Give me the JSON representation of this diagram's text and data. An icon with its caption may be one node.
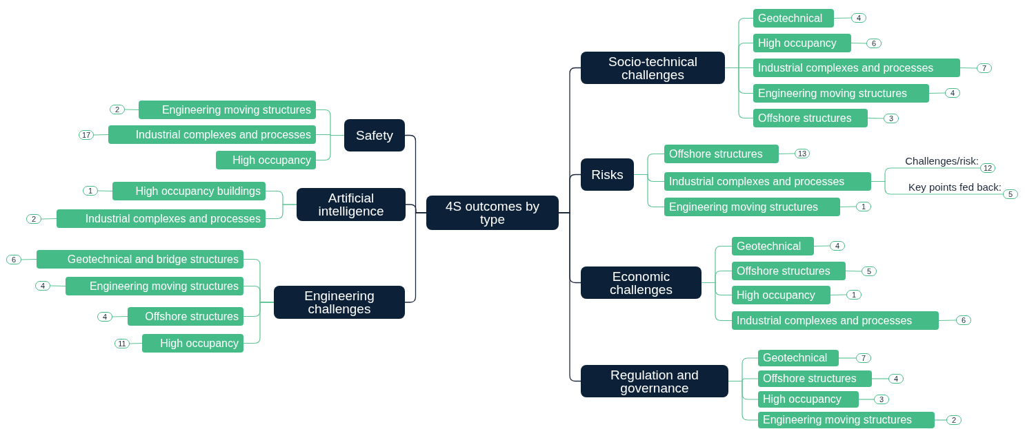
{
  "diagram": {
    "nodes": [
      {
        "text": [
          "4S outcomes by type"
        ]
      },
      {
        "text": [
          "Safety"
        ]
      },
      {
        "text": [
          "Engineering moving structures"
        ]
      },
      {
        "text": [
          "2"
        ]
      },
      {
        "text": [
          "Industrial complexes and processes"
        ]
      },
      {
        "text": [
          "17"
        ]
      },
      {
        "text": [
          "High occupancy"
        ]
      },
      {
        "text": [
          "Artificial intelligence"
        ]
      },
      {
        "text": [
          "High occupancy buildings"
        ]
      },
      {
        "text": [
          "1"
        ]
      },
      {
        "text": [
          "Industrial complexes and processes"
        ]
      },
      {
        "text": [
          "2"
        ]
      },
      {
        "text": [
          "Engineering challenges"
        ]
      },
      {
        "text": [
          "Geotechnical and bridge structures"
        ]
      },
      {
        "text": [
          "6"
        ]
      },
      {
        "text": [
          "Engineering moving structures"
        ]
      },
      {
        "text": [
          "4"
        ]
      },
      {
        "text": [
          "Offshore structures"
        ]
      },
      {
        "text": [
          "4"
        ]
      },
      {
        "text": [
          "High occupancy"
        ]
      },
      {
        "text": [
          "11"
        ]
      },
      {
        "text": [
          "Socio-technical challenges"
        ]
      },
      {
        "text": [
          "Geotechnical"
        ]
      },
      {
        "text": [
          "4"
        ]
      },
      {
        "text": [
          "High occupancy"
        ]
      },
      {
        "text": [
          "6"
        ]
      },
      {
        "text": [
          "Industrial complexes and processes"
        ]
      },
      {
        "text": [
          "7"
        ]
      },
      {
        "text": [
          "Engineering moving structures"
        ]
      },
      {
        "text": [
          "4"
        ]
      },
      {
        "text": [
          "Offshore structures"
        ]
      },
      {
        "text": [
          "3"
        ]
      },
      {
        "text": [
          "Risks"
        ]
      },
      {
        "text": [
          "Offshore structures"
        ]
      },
      {
        "text": [
          "13"
        ]
      },
      {
        "text": [
          "Industrial complexes and processes"
        ]
      },
      {
        "text": [
          "12"
        ]
      },
      {
        "text": [
          "5"
        ]
      },
      {
        "text": [
          "Engineering moving structures"
        ]
      },
      {
        "text": [
          "1"
        ]
      },
      {
        "text": [
          "Economic challenges"
        ]
      },
      {
        "text": [
          "Geotechnical"
        ]
      },
      {
        "text": [
          "4"
        ]
      },
      {
        "text": [
          "Offshore structures"
        ]
      },
      {
        "text": [
          "5"
        ]
      },
      {
        "text": [
          "High occupancy"
        ]
      },
      {
        "text": [
          "1"
        ]
      },
      {
        "text": [
          "Industrial complexes and processes"
        ]
      },
      {
        "text": [
          "6"
        ]
      },
      {
        "text": [
          "Regulation and governance"
        ]
      },
      {
        "text": [
          "Geotechnical"
        ]
      },
      {
        "text": [
          "7"
        ]
      },
      {
        "text": [
          "Offshore structures"
        ]
      },
      {
        "text": [
          "4"
        ]
      },
      {
        "text": [
          "High occupancy"
        ]
      },
      {
        "text": [
          "3"
        ]
      },
      {
        "text": [
          "Engineering moving structures"
        ]
      },
      {
        "text": [
          "2"
        ]
      }
    ],
    "edges": [
      {
        "from": 0,
        "to": 1,
        "arrow": "none",
        "color": "#1e2a3a"
      },
      {
        "from": 0,
        "to": 7,
        "arrow": "none",
        "color": "#1e2a3a"
      },
      {
        "from": 0,
        "to": 12,
        "arrow": "none",
        "color": "#1e2a3a"
      },
      {
        "from": 0,
        "to": 21,
        "arrow": "none",
        "color": "#1e2a3a"
      },
      {
        "from": 0,
        "to": 32,
        "arrow": "none",
        "color": "#1e2a3a"
      },
      {
        "from": 0,
        "to": 40,
        "arrow": "none",
        "color": "#1e2a3a"
      },
      {
        "from": 0,
        "to": 49,
        "arrow": "none",
        "color": "#1e2a3a"
      },
      {
        "from": 1,
        "to": 2,
        "arrow": "none"
      },
      {
        "from": 2,
        "to": 3,
        "arrow": "none"
      },
      {
        "from": 1,
        "to": 4,
        "arrow": "none"
      },
      {
        "from": 4,
        "to": 5,
        "arrow": "none"
      },
      {
        "from": 1,
        "to": 6,
        "arrow": "none"
      },
      {
        "from": 7,
        "to": 8,
        "arrow": "none"
      },
      {
        "from": 8,
        "to": 9,
        "arrow": "none"
      },
      {
        "from": 7,
        "to": 10,
        "arrow": "none"
      },
      {
        "from": 10,
        "to": 11,
        "arrow": "none"
      },
      {
        "from": 12,
        "to": 13,
        "arrow": "none"
      },
      {
        "from": 13,
        "to": 14,
        "arrow": "none"
      },
      {
        "from": 12,
        "to": 15,
        "arrow": "none"
      },
      {
        "from": 15,
        "to": 16,
        "arrow": "none"
      },
      {
        "from": 12,
        "to": 17,
        "arrow": "none"
      },
      {
        "from": 17,
        "to": 18,
        "arrow": "none"
      },
      {
        "from": 12,
        "to": 19,
        "arrow": "none"
      },
      {
        "from": 19,
        "to": 20,
        "arrow": "none"
      },
      {
        "from": 21,
        "to": 22,
        "arrow": "none"
      },
      {
        "from": 22,
        "to": 23,
        "arrow": "none"
      },
      {
        "from": 21,
        "to": 24,
        "arrow": "none"
      },
      {
        "from": 24,
        "to": 25,
        "arrow": "none"
      },
      {
        "from": 21,
        "to": 26,
        "arrow": "none"
      },
      {
        "from": 26,
        "to": 27,
        "arrow": "none"
      },
      {
        "from": 21,
        "to": 28,
        "arrow": "none"
      },
      {
        "from": 28,
        "to": 29,
        "arrow": "none"
      },
      {
        "from": 21,
        "to": 30,
        "arrow": "none"
      },
      {
        "from": 30,
        "to": 31,
        "arrow": "none"
      },
      {
        "from": 32,
        "to": 33,
        "arrow": "none"
      },
      {
        "from": 33,
        "to": 34,
        "arrow": "none"
      },
      {
        "from": 32,
        "to": 35,
        "arrow": "none"
      },
      {
        "from": 35,
        "to": 36,
        "arrow": "none",
        "label": "Challenges/risk:"
      },
      {
        "from": 35,
        "to": 37,
        "arrow": "none",
        "label": "Key points fed back:"
      },
      {
        "from": 32,
        "to": 38,
        "arrow": "none"
      },
      {
        "from": 38,
        "to": 39,
        "arrow": "none"
      },
      {
        "from": 40,
        "to": 41,
        "arrow": "none"
      },
      {
        "from": 41,
        "to": 42,
        "arrow": "none"
      },
      {
        "from": 40,
        "to": 43,
        "arrow": "none"
      },
      {
        "from": 43,
        "to": 44,
        "arrow": "none"
      },
      {
        "from": 40,
        "to": 45,
        "arrow": "none"
      },
      {
        "from": 45,
        "to": 46,
        "arrow": "none"
      },
      {
        "from": 40,
        "to": 47,
        "arrow": "none"
      },
      {
        "from": 47,
        "to": 48,
        "arrow": "none"
      },
      {
        "from": 49,
        "to": 50,
        "arrow": "none"
      },
      {
        "from": 50,
        "to": 51,
        "arrow": "none"
      },
      {
        "from": 49,
        "to": 52,
        "arrow": "none"
      },
      {
        "from": 52,
        "to": 53,
        "arrow": "none"
      },
      {
        "from": 49,
        "to": 54,
        "arrow": "none"
      },
      {
        "from": 54,
        "to": 55,
        "arrow": "none"
      },
      {
        "from": 49,
        "to": 56,
        "arrow": "none"
      },
      {
        "from": 56,
        "to": 57,
        "arrow": "none"
      }
    ]
  }
}
